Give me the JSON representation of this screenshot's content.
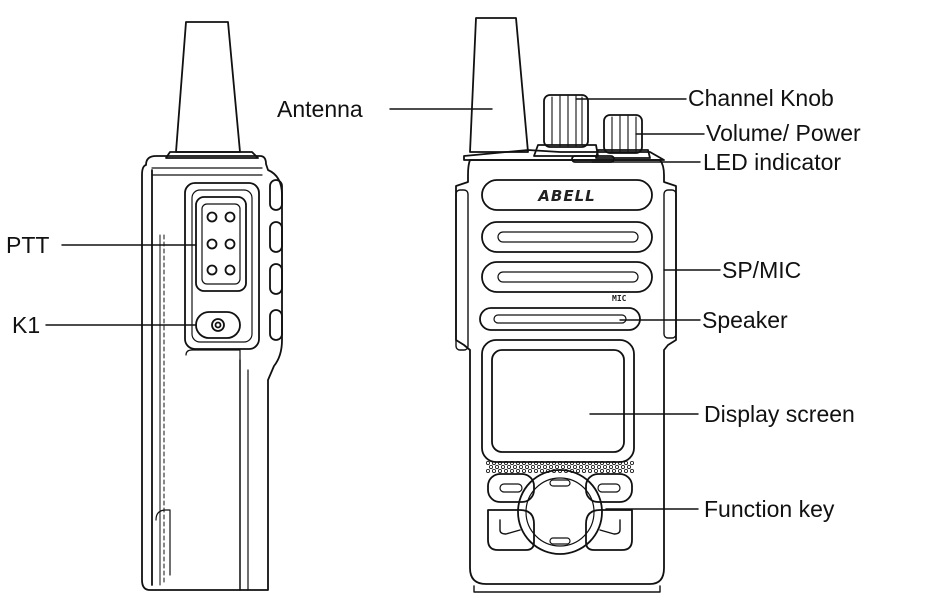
{
  "labels": {
    "ptt": "PTT",
    "k1": "K1",
    "antenna": "Antenna",
    "channel_knob": "Channel Knob",
    "volume_power": "Volume/ Power",
    "led_indicator": "LED indicator",
    "sp_mic": "SP/MIC",
    "speaker": "Speaker",
    "display_screen": "Display screen",
    "function_key": "Function key"
  },
  "device": {
    "brand": "ABELL",
    "mic_mark": "MIC"
  },
  "colors": {
    "line": "#111111",
    "fill": "#ffffff"
  }
}
